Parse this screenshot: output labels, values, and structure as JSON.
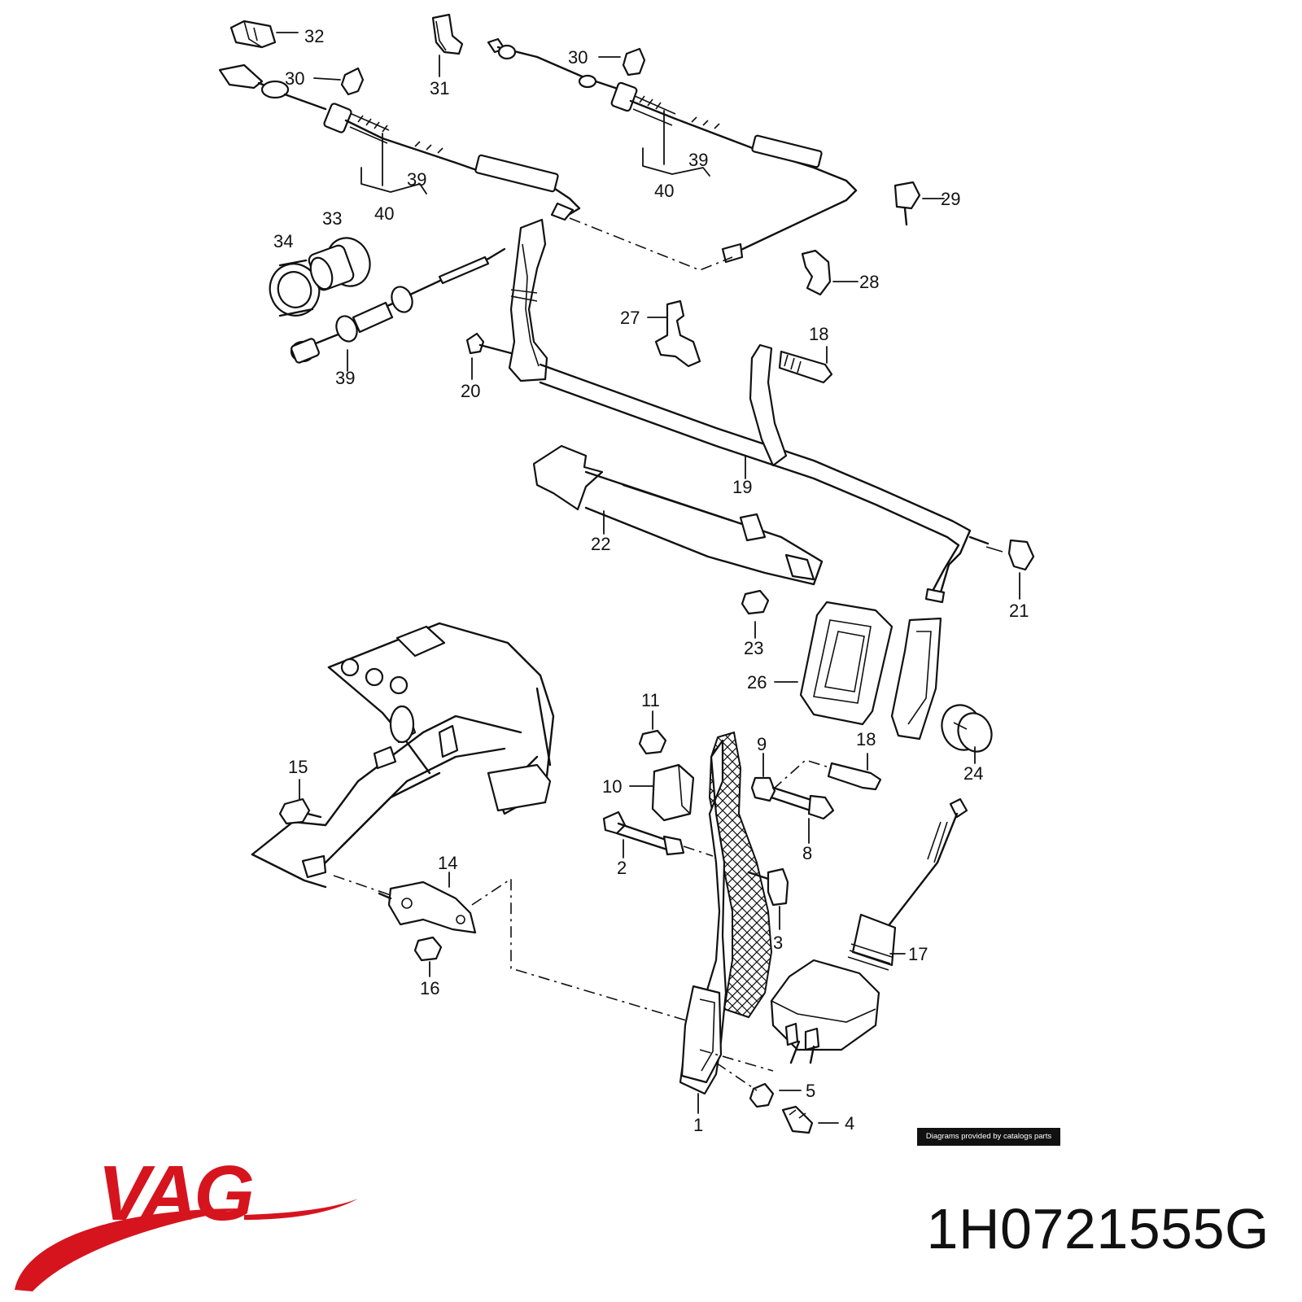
{
  "diagram": {
    "callouts": [
      "32",
      "31",
      "30",
      "30",
      "39",
      "40",
      "39",
      "40",
      "29",
      "33",
      "34",
      "28",
      "27",
      "18",
      "39",
      "20",
      "19",
      "22",
      "21",
      "23",
      "26",
      "11",
      "9",
      "18",
      "24",
      "10",
      "15",
      "14",
      "2",
      "8",
      "3",
      "17",
      "16",
      "5",
      "1",
      "4"
    ]
  },
  "credit": {
    "text": "Diagrams provided by catalogs parts"
  },
  "brand": {
    "logo_text": "VAG",
    "color": "#d6141e"
  },
  "part_number": "1H0721555G"
}
